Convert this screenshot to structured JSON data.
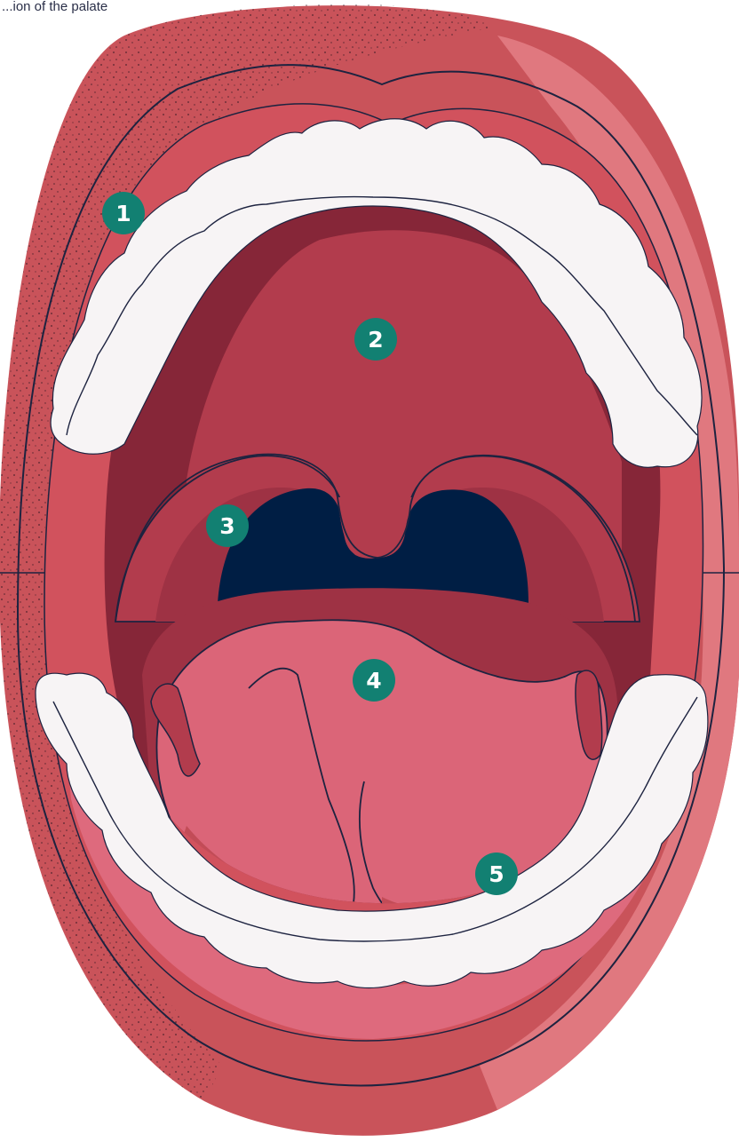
{
  "top_caption": "...ion of the palate",
  "colors": {
    "outer_lip": "#c9535a",
    "lip_highlight": "#e0787f",
    "lip_shadow": "#a83c47",
    "gums": "#d1525d",
    "mouth_dark": "#862638",
    "palate": "#b23c4d",
    "throat": "#001e44",
    "tongue_back": "#9e3244",
    "tongue": "#db6578",
    "floor": "#c24c57",
    "teeth": "#f7f4f5",
    "outline": "#1d2340",
    "marker_fill": "#128072",
    "marker_text": "#ffffff"
  },
  "markers": [
    {
      "label": "1",
      "part": "lips"
    },
    {
      "label": "2",
      "part": "hard palate"
    },
    {
      "label": "3",
      "part": "soft palate"
    },
    {
      "label": "4",
      "part": "tongue"
    },
    {
      "label": "5",
      "part": "floor of mouth"
    }
  ]
}
